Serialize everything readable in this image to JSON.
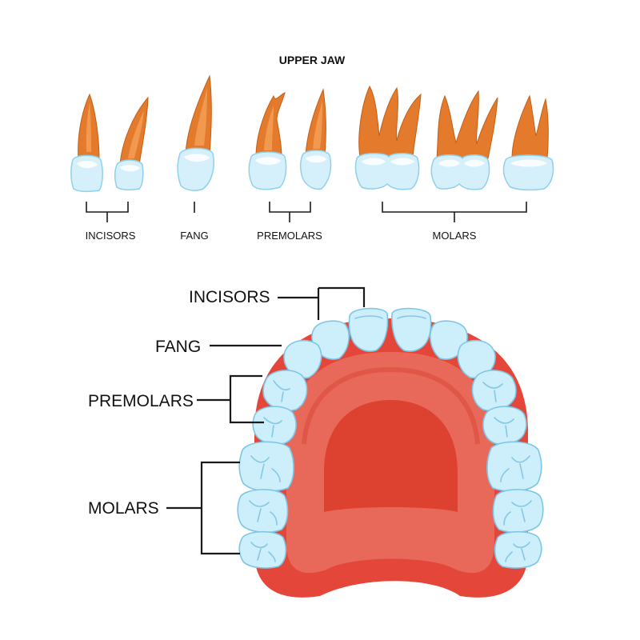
{
  "title": "UPPER JAW",
  "top_labels": {
    "incisors": "INCISORS",
    "fang": "FANG",
    "premolars": "PREMOLARS",
    "molars": "MOLARS"
  },
  "arch_labels": {
    "incisors": "INCISORS",
    "fang": "FANG",
    "premolars": "PREMOLARS",
    "molars": "MOLARS"
  },
  "colors": {
    "root": "#e37a2c",
    "crown": "#d6f0fb",
    "gum": "#e4473a",
    "palate": "#e86d5c"
  }
}
